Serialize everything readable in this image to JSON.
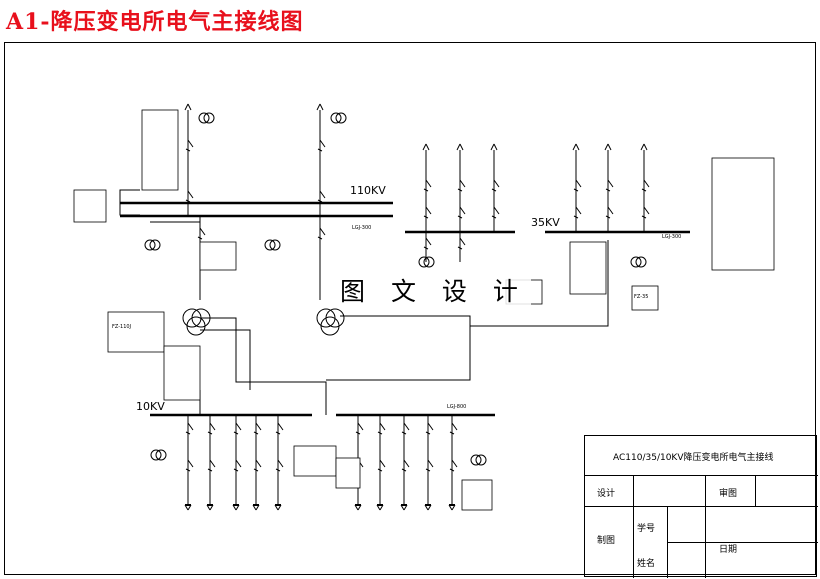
{
  "title": "A1-降压变电所电气主接线图",
  "buses": {
    "hv": {
      "label": "110KV",
      "sub": "LGJ-300"
    },
    "mv": {
      "label": "35KV",
      "sub": "LGJ-300"
    },
    "lv": {
      "label": "10KV",
      "sub": "LGJ-800"
    }
  },
  "device_tags": {
    "lightning_arrester_lv": "FZ-110J",
    "arrester_mv": "FZ-35"
  },
  "watermark": "图 文 设 计",
  "title_block": {
    "drawing_name": "AC110/35/10KV降压变电所电气主接线",
    "design": "设计",
    "review": "审图",
    "drafting": "制图",
    "student_id": "学号",
    "name": "姓名",
    "date": "日期"
  },
  "colors": {
    "title": "#e8101c",
    "lines": "#000000"
  }
}
